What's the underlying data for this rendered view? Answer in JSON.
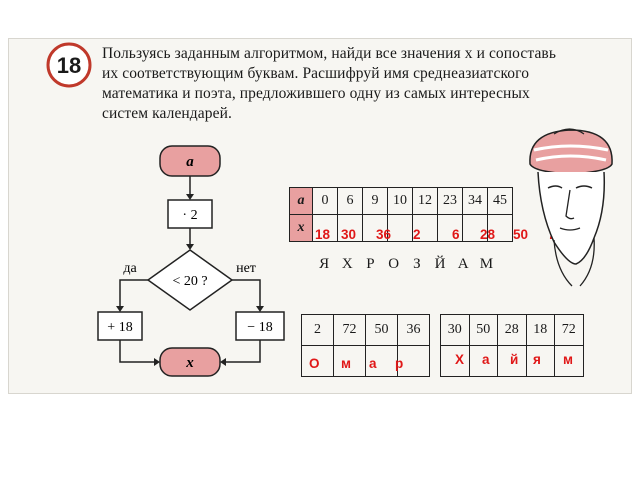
{
  "task": {
    "number": "18",
    "lines": [
      "Пользуясь заданным алгоритмом, найди все значения x и сопоставь",
      "их соответствующим буквам. Расшифруй имя среднеазиатского",
      "математика и поэта, предложившего одну из самых интересных",
      "систем календарей."
    ]
  },
  "flowchart": {
    "start": "a",
    "multiply": "· 2",
    "condition": "< 20 ?",
    "yes_label": "да",
    "no_label": "нет",
    "add": "+ 18",
    "subtract": "− 18",
    "end": "x"
  },
  "main_table": {
    "row_a_header": "a",
    "row_x_header": "x",
    "a_values": [
      "0",
      "6",
      "9",
      "10",
      "12",
      "23",
      "34",
      "45"
    ],
    "x_answers": [
      "18",
      "30",
      "36",
      "2",
      "6",
      "28",
      "50",
      "72"
    ],
    "letters": [
      "Я",
      "Х",
      "Р",
      "О",
      "З",
      "Й",
      "А",
      "М"
    ]
  },
  "word1": {
    "numbers": [
      "2",
      "72",
      "50",
      "36"
    ],
    "answers": [
      "О",
      "м",
      "а",
      "р"
    ]
  },
  "word2": {
    "numbers": [
      "30",
      "50",
      "28",
      "18",
      "72"
    ],
    "answers": [
      "Х",
      "а",
      "й",
      "я",
      "м"
    ]
  },
  "colors": {
    "answer": "#e01818",
    "terminal_fill": "#e8a0a0",
    "badge": "#c0392b"
  }
}
